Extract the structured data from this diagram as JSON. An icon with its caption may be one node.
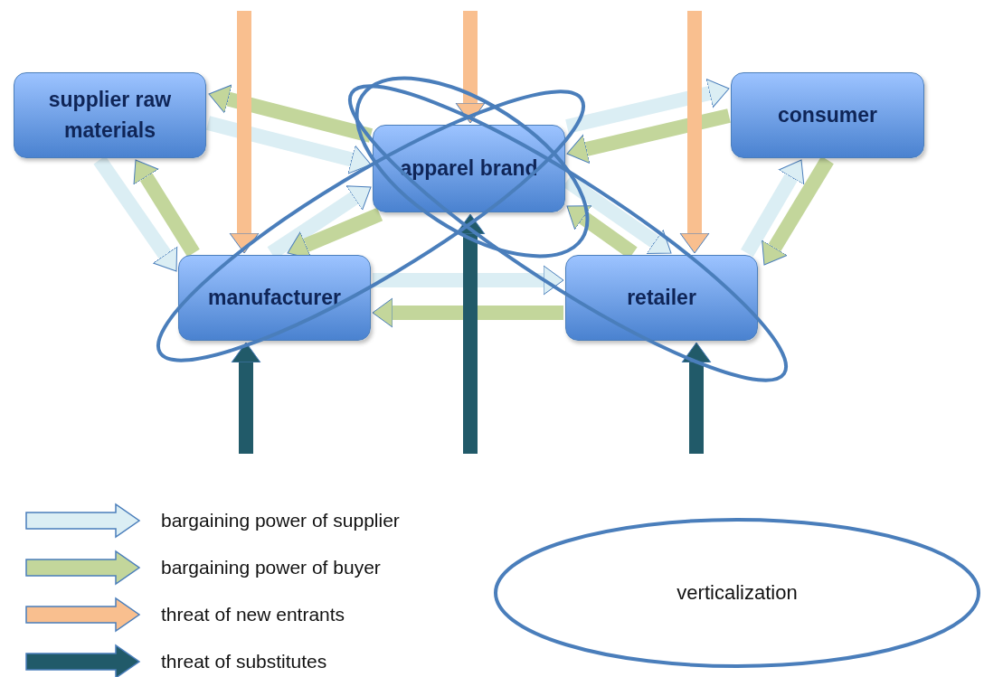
{
  "diagram": {
    "nodes": [
      {
        "text": [
          "supplier raw materials"
        ]
      },
      {
        "text": [
          "apparel brand"
        ]
      },
      {
        "text": [
          "consumer"
        ]
      },
      {
        "text": [
          "manufacturer"
        ]
      },
      {
        "text": [
          "retailer"
        ]
      }
    ],
    "edges": [
      {
        "from": 0,
        "to": 1,
        "arrow": "to",
        "color": "#dbeef4"
      },
      {
        "from": 1,
        "to": 0,
        "arrow": "to",
        "color": "#c3d69b"
      },
      {
        "from": 0,
        "to": 3,
        "arrow": "to",
        "color": "#dbeef4"
      },
      {
        "from": 3,
        "to": 0,
        "arrow": "to",
        "color": "#c3d69b"
      },
      {
        "from": 3,
        "to": 1,
        "arrow": "to",
        "color": "#dbeef4"
      },
      {
        "from": 1,
        "to": 3,
        "arrow": "to",
        "color": "#c3d69b"
      },
      {
        "from": 3,
        "to": 4,
        "arrow": "to",
        "color": "#dbeef4"
      },
      {
        "from": 4,
        "to": 3,
        "arrow": "to",
        "color": "#c3d69b"
      },
      {
        "from": 1,
        "to": 4,
        "arrow": "to",
        "color": "#dbeef4"
      },
      {
        "from": 4,
        "to": 1,
        "arrow": "to",
        "color": "#c3d69b"
      },
      {
        "from": 1,
        "to": 2,
        "arrow": "to",
        "color": "#dbeef4"
      },
      {
        "from": 2,
        "to": 1,
        "arrow": "to",
        "color": "#c3d69b"
      },
      {
        "from": 4,
        "to": 2,
        "arrow": "to",
        "color": "#dbeef4"
      },
      {
        "from": 2,
        "to": 4,
        "arrow": "to",
        "color": "#c3d69b"
      },
      {
        "from": null,
        "to": 3,
        "arrow": "to",
        "color": "#f9bf8f"
      },
      {
        "from": null,
        "to": 1,
        "arrow": "to",
        "color": "#f9bf8f"
      },
      {
        "from": null,
        "to": 4,
        "arrow": "to",
        "color": "#f9bf8f"
      },
      {
        "from": null,
        "to": 3,
        "arrow": "to",
        "color": "#215a69"
      },
      {
        "from": null,
        "to": 1,
        "arrow": "to",
        "color": "#215a69"
      },
      {
        "from": null,
        "to": 4,
        "arrow": "to",
        "color": "#215a69"
      }
    ],
    "legend": [
      {
        "text": "bargaining power of supplier",
        "color": "#dbeef4"
      },
      {
        "text": "bargaining power of buyer",
        "color": "#c3d69b"
      },
      {
        "text": "threat of new entrants",
        "color": "#f9bf8f"
      },
      {
        "text": "threat of substitutes",
        "color": "#215a69"
      },
      {
        "text": "verticalization"
      }
    ]
  }
}
